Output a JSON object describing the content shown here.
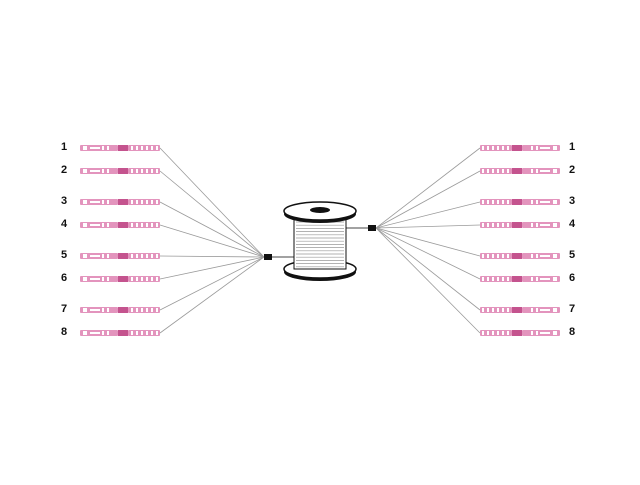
{
  "diagram": {
    "type": "fiber-optic-pigtail-cable",
    "connector_color": "#d46aa0",
    "connector_dark": "#b83a7c",
    "fiber_color": "#9a9a9a",
    "left_labels": [
      "1",
      "2",
      "3",
      "4",
      "5",
      "6",
      "7",
      "8"
    ],
    "right_labels": [
      "1",
      "2",
      "3",
      "4",
      "5",
      "6",
      "7",
      "8"
    ],
    "row_y": [
      148,
      171,
      202,
      225,
      256,
      279,
      310,
      333
    ]
  }
}
